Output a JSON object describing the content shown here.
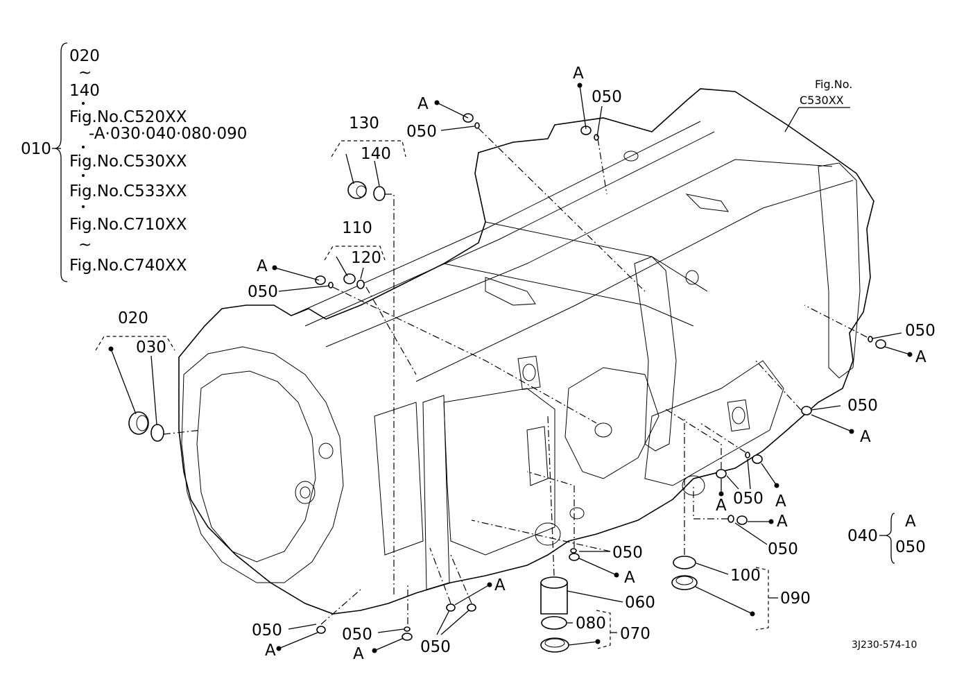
{
  "legend": {
    "l020": "020",
    "tilde1": "~",
    "l140": "140",
    "fig_c520": "Fig.No.C520XX",
    "fig_c520_sub": "-A·030·040·080·090",
    "fig_c530": "Fig.No.C530XX",
    "fig_c533": "Fig.No.C533XX",
    "fig_c710": "Fig.No.C710XX",
    "tilde2": "~",
    "fig_c740": "Fig.No.C740XX",
    "l010": "010"
  },
  "callouts": {
    "top_a": "A",
    "top_050": "050",
    "fig_no": "Fig.No.",
    "fig_c530": "C530XX",
    "tl_a": "A",
    "tl_050": "050",
    "g130": "130",
    "g140": "140",
    "g110": "110",
    "g120": "120",
    "m_a": "A",
    "m_050": "050",
    "g020": "020",
    "g030": "030",
    "r1_050": "050",
    "r1_a": "A",
    "r2_050": "050",
    "r2_a": "A",
    "r3_a": "A",
    "r3_050": "050",
    "r3_a2": "A",
    "r4_a": "A",
    "r4_050": "050",
    "g040": "040",
    "g040_a": "A",
    "g040_050": "050",
    "c_050": "050",
    "c_a": "A",
    "g100": "100",
    "g090": "090",
    "g060": "060",
    "g080": "080",
    "g070": "070",
    "b1_050": "050",
    "b1_a": "A",
    "b2_050": "050",
    "b2_a": "A",
    "b3_050": "050",
    "b3_a": "A",
    "code": "3J230-574-10"
  }
}
